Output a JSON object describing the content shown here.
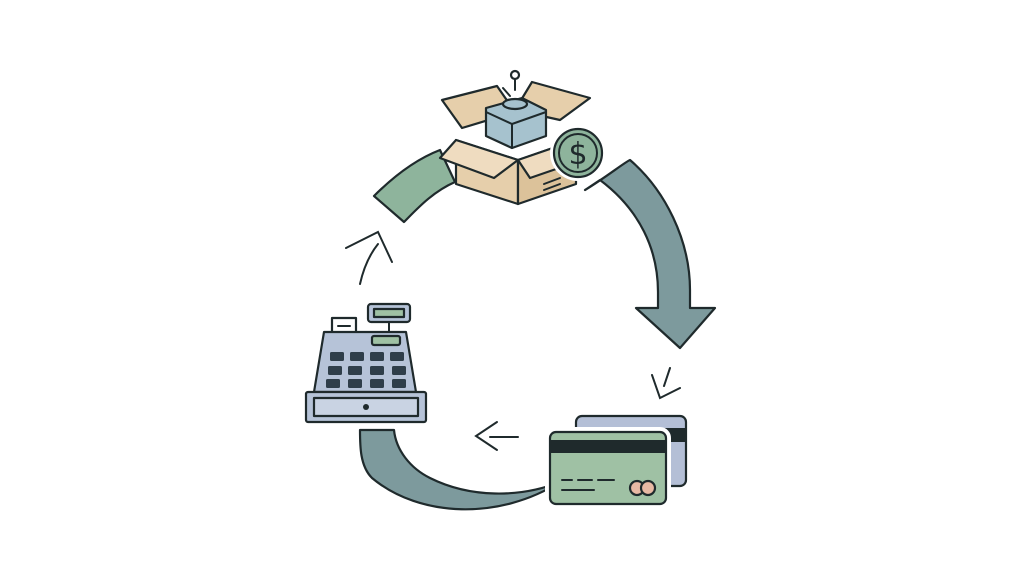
{
  "diagram": {
    "nodes": [
      {
        "id": "product-box",
        "icon": "open-box-icon"
      },
      {
        "id": "payment-cards",
        "icon": "credit-card-icon"
      },
      {
        "id": "cash-register",
        "icon": "cash-register-icon"
      }
    ],
    "badge": {
      "icon": "dollar-coin-icon",
      "symbol": "$"
    },
    "colors": {
      "arrow_gray": "#7d9a9d",
      "arrow_green": "#8eb49c",
      "box": "#e6cfab",
      "card_green": "#9fc1a4",
      "card_blue": "#b4bfd6",
      "register": "#b6c3d8",
      "ink": "#1f2a2c"
    }
  }
}
